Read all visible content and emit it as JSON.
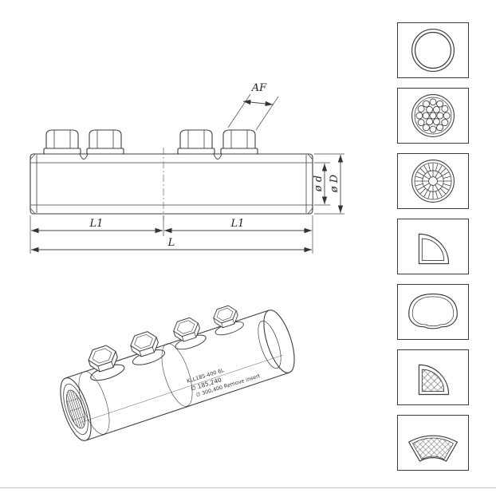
{
  "page": {
    "background": "#ffffff",
    "line_color": "#3c3c3c"
  },
  "side_view": {
    "dim_af": "AF",
    "dim_bore": "ø d",
    "dim_outer": "ø D",
    "dim_l1_left": "L1",
    "dim_l1_right": "L1",
    "dim_length": "L"
  },
  "iso_view": {
    "marking_model": "KLL185-400 6L",
    "marking_range1": "∅ 185,240",
    "marking_range2": "∅ 300,400 Remove insert"
  },
  "cross_sections": {
    "items": [
      {
        "icon": "round-solid-conductor-icon"
      },
      {
        "icon": "round-stranded-conductor-icon"
      },
      {
        "icon": "round-compacted-conductor-icon"
      },
      {
        "icon": "sector-solid-conductor-icon"
      },
      {
        "icon": "oval-solid-conductor-icon"
      },
      {
        "icon": "sector-stranded-conductor-icon"
      },
      {
        "icon": "fan-sector-stranded-conductor-icon"
      }
    ]
  }
}
